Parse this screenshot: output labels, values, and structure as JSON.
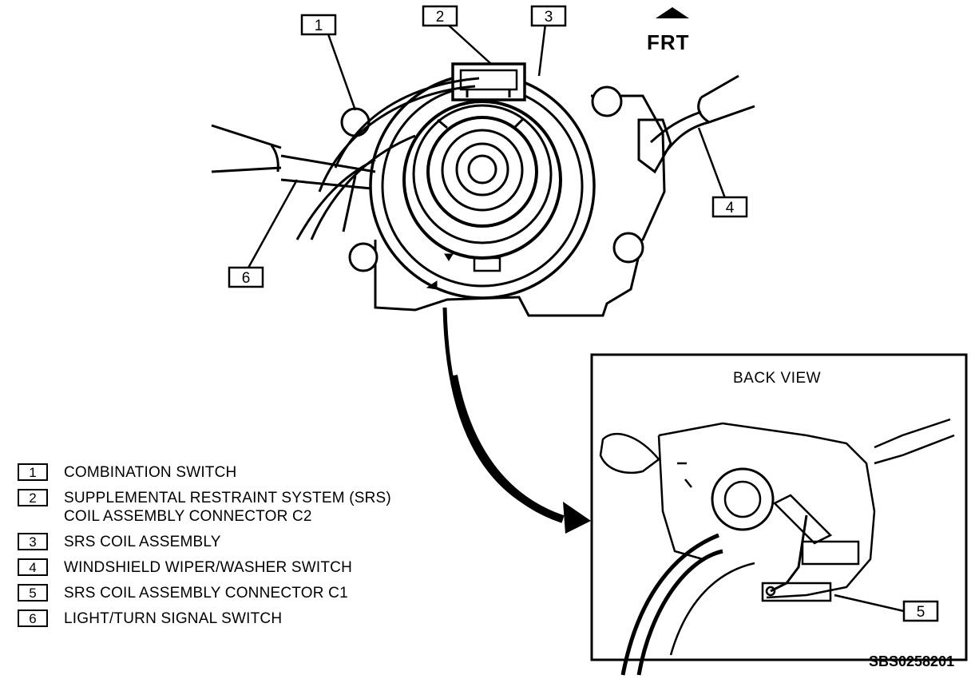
{
  "callouts": [
    "1",
    "2",
    "3",
    "4",
    "5",
    "6"
  ],
  "direction": {
    "label": "FRT"
  },
  "inset": {
    "title": "BACK VIEW"
  },
  "figure_id": "SBS0258201",
  "legend": [
    {
      "num": "1",
      "lines": [
        "COMBINATION SWITCH"
      ]
    },
    {
      "num": "2",
      "lines": [
        "SUPPLEMENTAL RESTRAINT SYSTEM (SRS)",
        "COIL ASSEMBLY CONNECTOR C2"
      ]
    },
    {
      "num": "3",
      "lines": [
        "SRS COIL ASSEMBLY"
      ]
    },
    {
      "num": "4",
      "lines": [
        "WINDSHIELD WIPER/WASHER SWITCH"
      ]
    },
    {
      "num": "5",
      "lines": [
        "SRS COIL ASSEMBLY CONNECTOR C1"
      ]
    },
    {
      "num": "6",
      "lines": [
        "LIGHT/TURN SIGNAL SWITCH"
      ]
    }
  ]
}
